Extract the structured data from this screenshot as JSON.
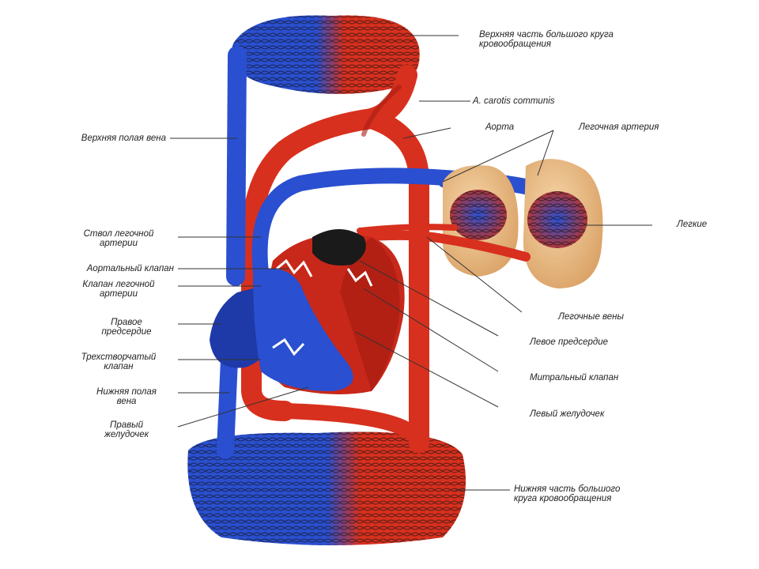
{
  "colors": {
    "arterial": "#d8301e",
    "arterial_dark": "#a81d12",
    "venous": "#2a4fd0",
    "venous_dark": "#182e8c",
    "lung": "#e8b57a",
    "leader": "#333333"
  },
  "labels": {
    "upper_circulation": "Верхняя часть большого круга\nкровообращения",
    "carotis": "A. carotis communis",
    "aorta": "Аорта",
    "pulmonary_artery": "Легочная артерия",
    "lungs": "Легкие",
    "superior_vena_cava": "Верхняя полая вена",
    "pulmonary_trunk": "Ствол легочной\nартерии",
    "aortic_valve": "Аортальный клапан",
    "pulmonary_valve": "Клапан легочной\nартерии",
    "right_atrium": "Правое\nпредсердие",
    "tricuspid_valve": "Трехстворчатый\nклапан",
    "inferior_vena_cava": "Нижняя полая\nвена",
    "right_ventricle": "Правый\nжелудочек",
    "pulmonary_veins": "Легочные вены",
    "left_atrium": "Левое предсердие",
    "mitral_valve": "Митральный клапан",
    "left_ventricle": "Левый желудочек",
    "lower_circulation": "Нижняя часть большого\nкруга кровообращения"
  }
}
